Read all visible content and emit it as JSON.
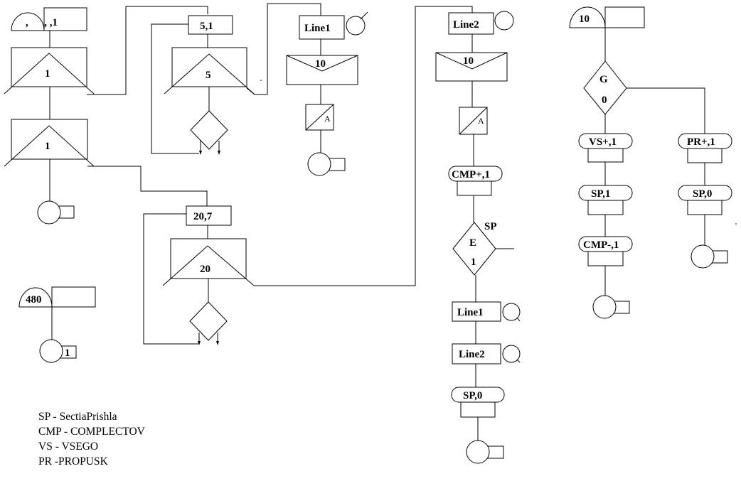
{
  "blocks": {
    "gen1_field": ",      , ,1",
    "queue1": "1",
    "queue2": "1",
    "advance1": "5,1",
    "queue5": "5",
    "line1_a": "Line1",
    "seize10_a": "10",
    "seizeA_a": "A",
    "advance2": "20,7",
    "queue20": "20",
    "line2_a": "Line2",
    "seize10_b": "10",
    "seizeA_b": "A",
    "cmp_plus": "CMP+,1",
    "sp_label": "SP",
    "test_e": "E",
    "test_1": "1",
    "line1_b": "Line1",
    "line2_b": "Line2",
    "sp0_mid": "SP,0",
    "gen10": "10",
    "gate_g": "G",
    "gate_0": "0",
    "vs_plus": "VS+,1",
    "pr_plus": "PR+,1",
    "sp1": "SP,1",
    "sp0_right": "SP,0",
    "cmp_minus": "CMP-,1",
    "gen480": "480",
    "term1": "1"
  },
  "legend": [
    "SP - SectiaPrishla",
    "CMP - COMPLECTOV",
    "VS - VSEGO",
    "PR -PROPUSK"
  ]
}
